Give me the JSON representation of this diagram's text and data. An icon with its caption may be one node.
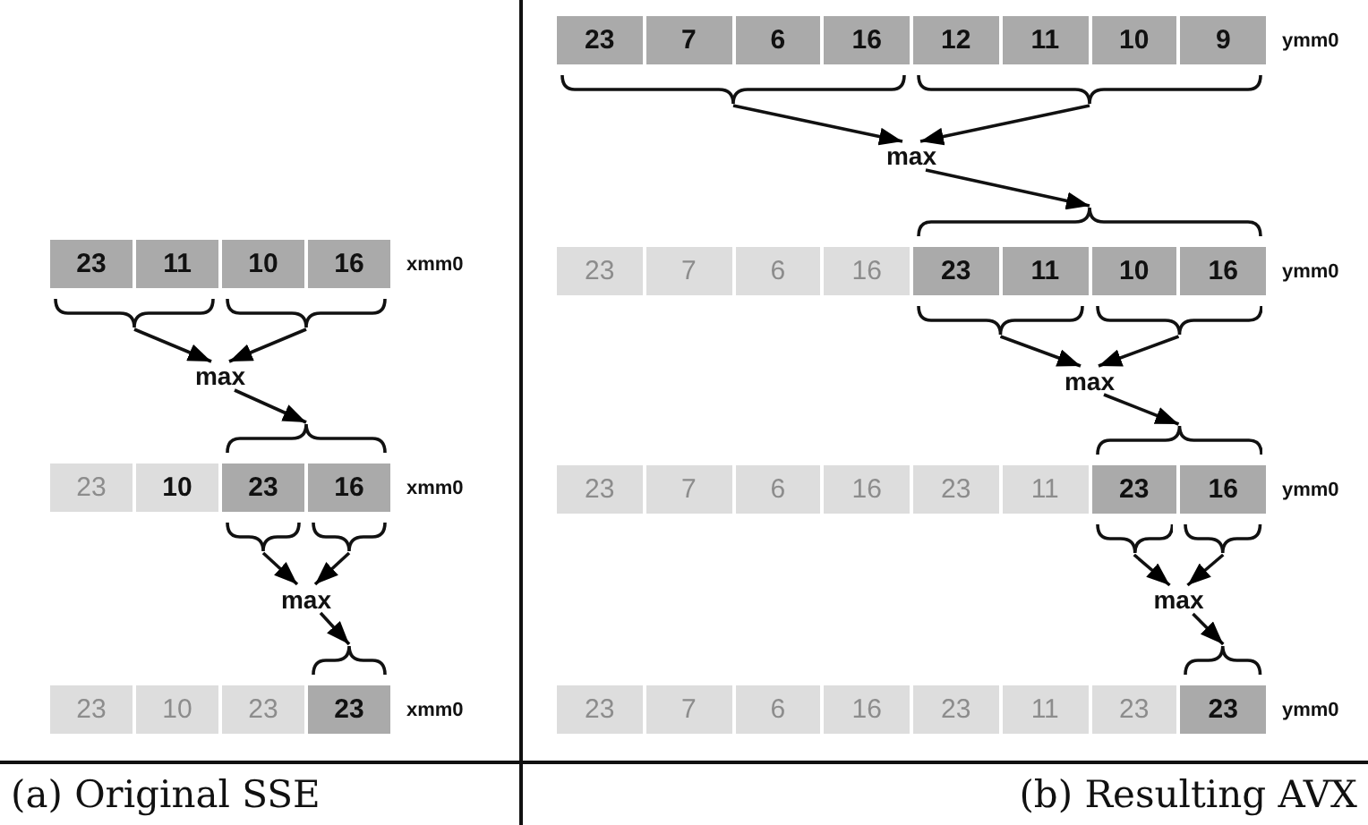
{
  "diagram": {
    "nodes": [
      {
        "text": [
          "23"
        ]
      },
      {
        "text": [
          "11"
        ]
      },
      {
        "text": [
          "10"
        ]
      },
      {
        "text": [
          "16"
        ]
      },
      {
        "text": [],
        "shape": "brace"
      },
      {
        "text": [],
        "shape": "brace"
      },
      {
        "text": [
          "max"
        ]
      },
      {
        "text": [],
        "shape": "brace"
      },
      {
        "text": [
          "23"
        ]
      },
      {
        "text": [
          "10"
        ]
      },
      {
        "text": [
          "23"
        ]
      },
      {
        "text": [
          "16"
        ]
      },
      {
        "text": [],
        "shape": "brace"
      },
      {
        "text": [],
        "shape": "brace"
      },
      {
        "text": [
          "max"
        ]
      },
      {
        "text": [],
        "shape": "brace"
      },
      {
        "text": [
          "23"
        ]
      },
      {
        "text": [
          "10"
        ]
      },
      {
        "text": [
          "23"
        ]
      },
      {
        "text": [
          "23"
        ]
      },
      {
        "text": [
          "23"
        ]
      },
      {
        "text": [
          "7"
        ]
      },
      {
        "text": [
          "6"
        ]
      },
      {
        "text": [
          "16"
        ]
      },
      {
        "text": [
          "12"
        ]
      },
      {
        "text": [
          "11"
        ]
      },
      {
        "text": [
          "10"
        ]
      },
      {
        "text": [
          "9"
        ]
      },
      {
        "text": [],
        "shape": "brace"
      },
      {
        "text": [],
        "shape": "brace"
      },
      {
        "text": [
          "max"
        ]
      },
      {
        "text": [],
        "shape": "brace"
      },
      {
        "text": [
          "23"
        ]
      },
      {
        "text": [
          "7"
        ]
      },
      {
        "text": [
          "6"
        ]
      },
      {
        "text": [
          "16"
        ]
      },
      {
        "text": [
          "23"
        ]
      },
      {
        "text": [
          "11"
        ]
      },
      {
        "text": [
          "10"
        ]
      },
      {
        "text": [
          "16"
        ]
      },
      {
        "text": [],
        "shape": "brace"
      },
      {
        "text": [],
        "shape": "brace"
      },
      {
        "text": [
          "max"
        ]
      },
      {
        "text": [],
        "shape": "brace"
      },
      {
        "text": [
          "23"
        ]
      },
      {
        "text": [
          "7"
        ]
      },
      {
        "text": [
          "6"
        ]
      },
      {
        "text": [
          "16"
        ]
      },
      {
        "text": [
          "23"
        ]
      },
      {
        "text": [
          "11"
        ]
      },
      {
        "text": [
          "23"
        ]
      },
      {
        "text": [
          "16"
        ]
      },
      {
        "text": [],
        "shape": "brace"
      },
      {
        "text": [],
        "shape": "brace"
      },
      {
        "text": [
          "max"
        ]
      },
      {
        "text": [],
        "shape": "brace"
      },
      {
        "text": [
          "23"
        ]
      },
      {
        "text": [
          "7"
        ]
      },
      {
        "text": [
          "6"
        ]
      },
      {
        "text": [
          "16"
        ]
      },
      {
        "text": [
          "23"
        ]
      },
      {
        "text": [
          "11"
        ]
      },
      {
        "text": [
          "23"
        ]
      },
      {
        "text": [
          "23"
        ]
      }
    ],
    "edges": [
      {
        "from": 4,
        "to": 6,
        "arrow": "to"
      },
      {
        "from": 5,
        "to": 6,
        "arrow": "to"
      },
      {
        "from": 6,
        "to": 7,
        "arrow": "to"
      },
      {
        "from": 12,
        "to": 14,
        "arrow": "to"
      },
      {
        "from": 13,
        "to": 14,
        "arrow": "to"
      },
      {
        "from": 14,
        "to": 15,
        "arrow": "to"
      },
      {
        "from": 28,
        "to": 30,
        "arrow": "to"
      },
      {
        "from": 29,
        "to": 30,
        "arrow": "to"
      },
      {
        "from": 30,
        "to": 31,
        "arrow": "to"
      },
      {
        "from": 40,
        "to": 42,
        "arrow": "to"
      },
      {
        "from": 41,
        "to": 42,
        "arrow": "to"
      },
      {
        "from": 42,
        "to": 43,
        "arrow": "to"
      },
      {
        "from": 52,
        "to": 54,
        "arrow": "to"
      },
      {
        "from": 53,
        "to": 54,
        "arrow": "to"
      },
      {
        "from": 54,
        "to": 55,
        "arrow": "to"
      }
    ],
    "labels": [
      "ymm0",
      "xmm0",
      "ymm0",
      "xmm0",
      "ymm0",
      "xmm0",
      "ymm0",
      "(a) Original SSE",
      "(b) Resulting AVX"
    ]
  }
}
